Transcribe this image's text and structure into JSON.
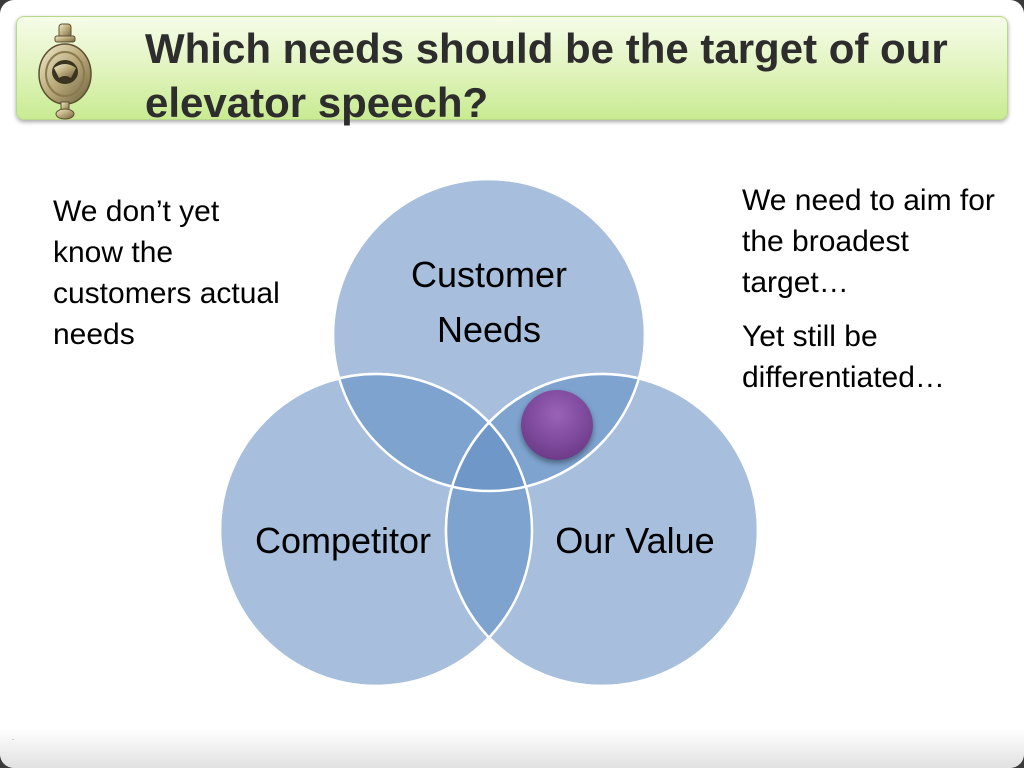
{
  "slide": {
    "title": "Which needs should be the target of our elevator speech?",
    "left_note": "We don’t yet know the customers actual needs",
    "right_notes": [
      "We need to aim for the broadest target…",
      "Yet still be differentiated…"
    ],
    "footer_mark": "."
  },
  "venn": {
    "circles": [
      {
        "label_lines": [
          "Customer",
          "Needs"
        ]
      },
      {
        "label_lines": [
          "Competitor"
        ]
      },
      {
        "label_lines": [
          "Our Value"
        ]
      }
    ],
    "highlight_marker": "purple-dot"
  },
  "colors": {
    "title_bar_top": "#f6fce9",
    "title_bar_bottom": "#c9eb92",
    "circle_fill": "#a7bfdd",
    "overlap_fill": "#7ea3cf",
    "center_fill": "#6f97c8",
    "marker": "#7b4799"
  }
}
